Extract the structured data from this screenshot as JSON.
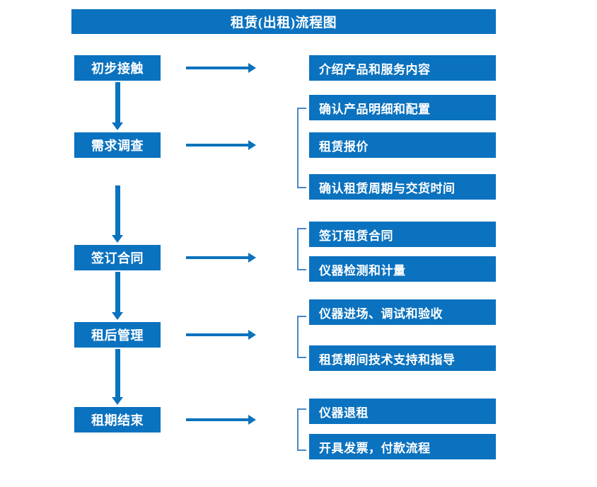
{
  "flowchart": {
    "title": "租赁(出租)流程图",
    "colors": {
      "box_blue": "#0b72bf",
      "arrow_blue": "#0c72bd",
      "bracket_blue": "#4a86c8",
      "text_white": "#ffffff",
      "background": "#ffffff"
    },
    "stages": [
      {
        "label": "初步接触"
      },
      {
        "label": "需求调查"
      },
      {
        "label": "签订合同"
      },
      {
        "label": "租后管理"
      },
      {
        "label": "租期结束"
      }
    ],
    "detail_groups": [
      {
        "stage": "初步接触",
        "bracketed": false,
        "items": [
          {
            "label": "介绍产品和服务内容"
          }
        ]
      },
      {
        "stage": "需求调查",
        "bracketed": true,
        "items": [
          {
            "label": "确认产品明细和配置"
          },
          {
            "label": "租赁报价"
          },
          {
            "label": "确认租赁周期与交货时间"
          }
        ]
      },
      {
        "stage": "签订合同",
        "bracketed": true,
        "items": [
          {
            "label": "签订租赁合同"
          },
          {
            "label": "仪器检测和计量"
          }
        ]
      },
      {
        "stage": "租后管理",
        "bracketed": true,
        "items": [
          {
            "label": "仪器进场、调试和验收"
          },
          {
            "label": "租赁期间技术支持和指导"
          }
        ]
      },
      {
        "stage": "租期结束",
        "bracketed": true,
        "items": [
          {
            "label": "仪器退租"
          },
          {
            "label": "开具发票，付款流程"
          }
        ]
      }
    ]
  }
}
